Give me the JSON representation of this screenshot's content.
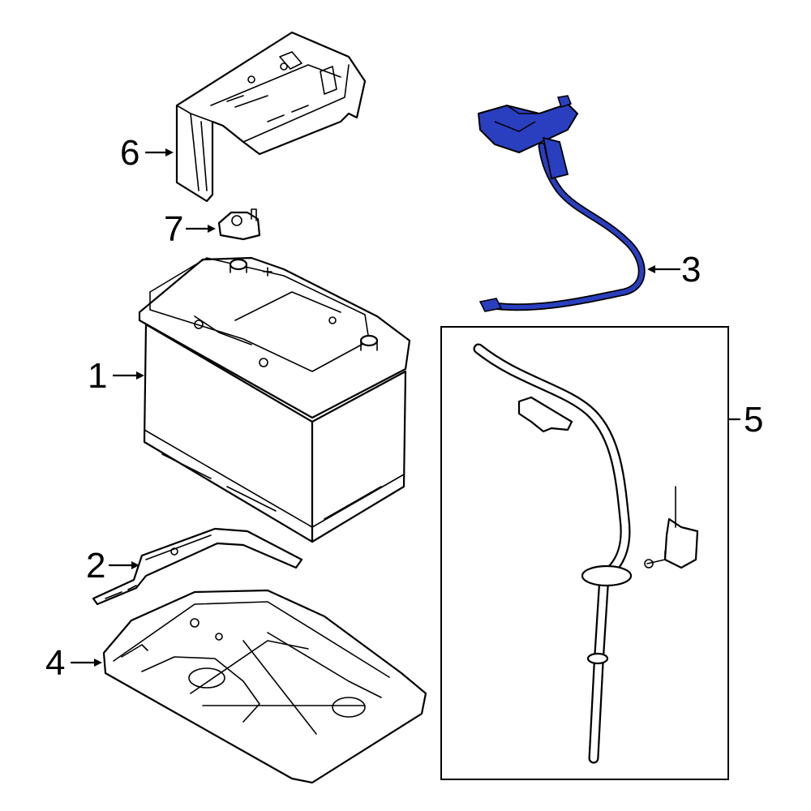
{
  "diagram": {
    "callouts": [
      {
        "id": "1",
        "label": "1"
      },
      {
        "id": "2",
        "label": "2"
      },
      {
        "id": "3",
        "label": "3"
      },
      {
        "id": "4",
        "label": "4"
      },
      {
        "id": "5",
        "label": "5"
      },
      {
        "id": "6",
        "label": "6"
      },
      {
        "id": "7",
        "label": "7"
      }
    ],
    "colors": {
      "line": "#000000",
      "highlight": "#2a3fbf",
      "highlight_dark": "#1a2a8a",
      "background": "#ffffff"
    }
  }
}
